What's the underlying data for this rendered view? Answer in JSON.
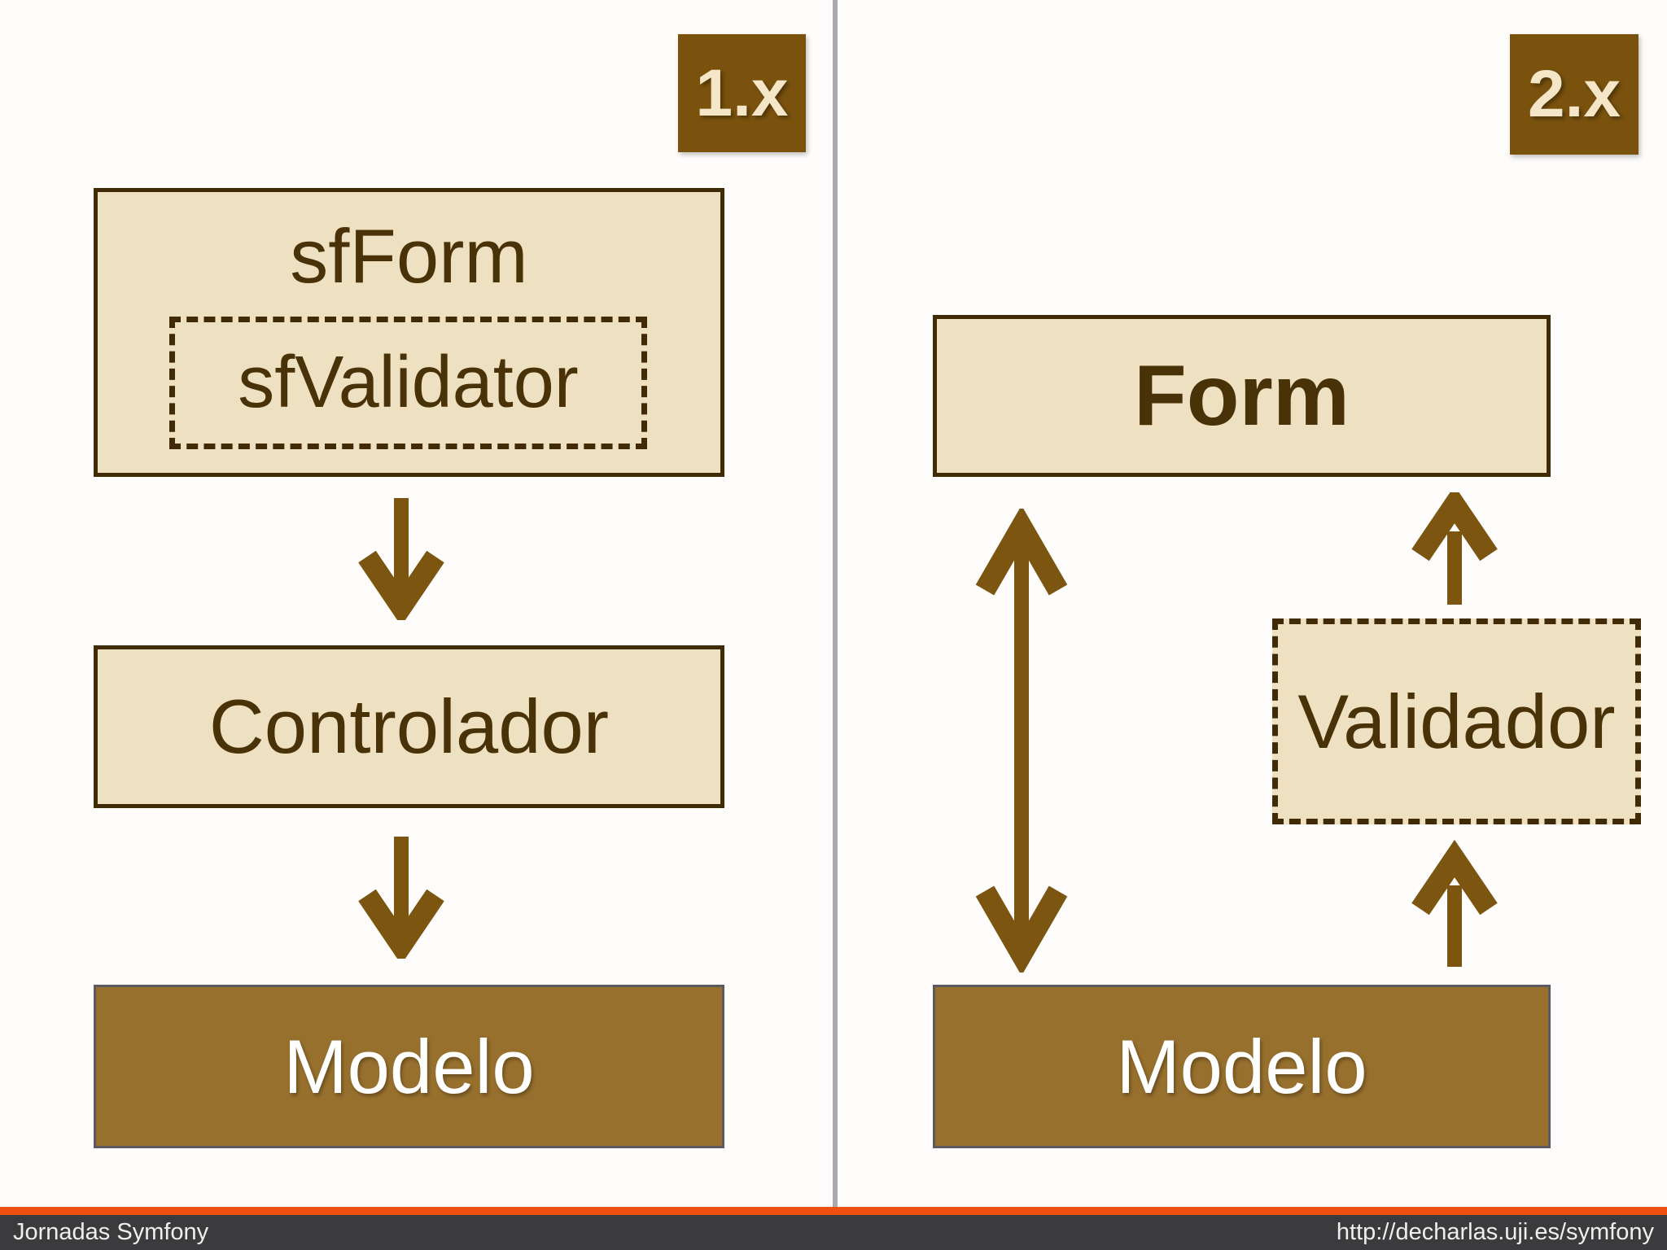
{
  "slide": {
    "left_panel": {
      "version_badge": "1.x",
      "sfform_label": "sfForm",
      "sfvalidator_label": "sfValidator",
      "controlador_label": "Controlador",
      "modelo_label": "Modelo"
    },
    "right_panel": {
      "version_badge": "2.x",
      "form_label": "Form",
      "validador_label": "Validador",
      "modelo_label": "Modelo"
    },
    "footer": {
      "left_text": "Jornadas Symfony",
      "right_text": "http://decharlas.uji.es/symfony"
    },
    "icons": {
      "left": [
        "down-arrow-icon",
        "down-arrow-icon"
      ],
      "right": [
        "double-vertical-arrow-icon",
        "up-arrow-icon",
        "up-arrow-icon"
      ]
    },
    "colors": {
      "tan": "#eee1c1",
      "border-dark": "#412b06",
      "text-brown": "#4a3208",
      "arrow-brown": "#7c5610",
      "badge-brown": "#7a520e",
      "cream": "#f5e6c8",
      "modelo-brown": "#97702d",
      "modelo-border": "#5c5960",
      "divider-gray": "#a9a9ad",
      "orange": "#ee5010",
      "footer-bg": "#3b3a3c",
      "footer-text": "#efefef"
    }
  }
}
